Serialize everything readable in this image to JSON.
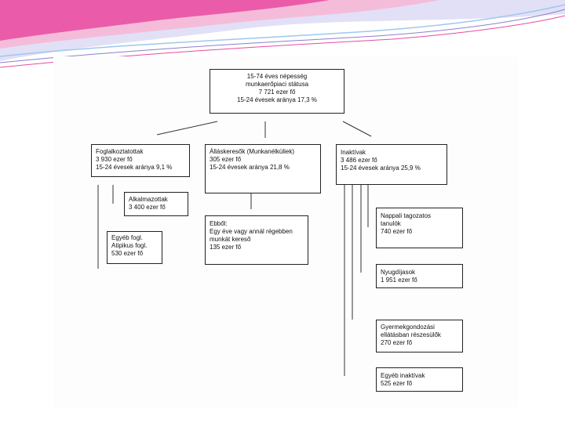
{
  "colors": {
    "wave_magenta": "#e84ba0",
    "wave_pink": "#f7b8d6",
    "wave_lavender": "#c9c6ef",
    "wave_blue": "#9ec7ee",
    "box_border": "#222222"
  },
  "root": {
    "line1": "15-74 éves népesség",
    "line2": "munkaerőpiaci státusa",
    "line3": "7 721 ezer fő",
    "line4": "15-24 évesek aránya 17,3 %"
  },
  "employed": {
    "line1": "Foglalkoztatottak",
    "line2": "3 930 ezer fő",
    "line3": "15-24 évesek aránya 9,1 %"
  },
  "employees": {
    "line1": "Alkalmazottak",
    "line2": "3 400 ezer fő"
  },
  "other_employed": {
    "line1": "Egyéb fogl.",
    "line2": "Atipikus fogl.",
    "line3": "530 ezer fő"
  },
  "jobseekers": {
    "line1": "Álláskeresők (Munkanélküliek)",
    "line2": "305 ezer fő",
    "line3": "15-24 évesek aránya 21,8 %"
  },
  "longterm": {
    "line1": "Ebből:",
    "line2": "Egy éve vagy annál régebben",
    "line3": "munkát kereső",
    "line4": "135 ezer fő"
  },
  "inactive": {
    "line1": "Inaktívak",
    "line2": "3 486 ezer fő",
    "line3": "15-24 évesek aránya 25,9 %"
  },
  "students": {
    "line1": "Nappali tagozatos",
    "line2": "tanulók",
    "line3": "740 ezer fő"
  },
  "pensioners": {
    "line1": "Nyugdíjasok",
    "line2": "1 951 ezer fő"
  },
  "childcare": {
    "line1": "Gyermekgondozási",
    "line2": "ellátásban részesülők",
    "line3": "270 ezer fő"
  },
  "other_inactive": {
    "line1": "Egyéb inaktívak",
    "line2": "525 ezer fő"
  }
}
